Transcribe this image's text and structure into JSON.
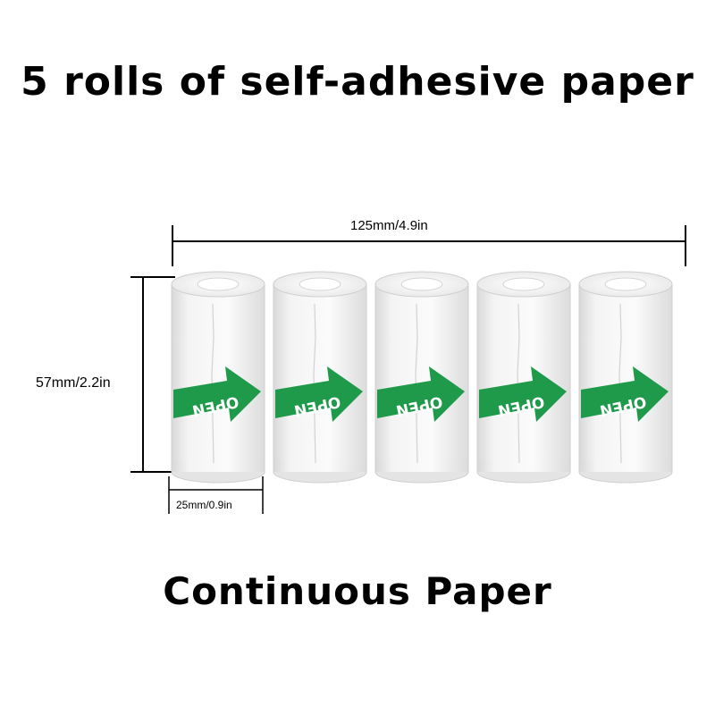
{
  "title": "5 rolls of self-adhesive paper",
  "subtitle": "Continuous Paper",
  "dimensions": {
    "width_label": "125mm/4.9in",
    "height_label": "57mm/2.2in",
    "depth_label": "25mm/0.9in"
  },
  "roll": {
    "count": 5,
    "label": "OPEN",
    "label_color": "#1f9a4a"
  }
}
